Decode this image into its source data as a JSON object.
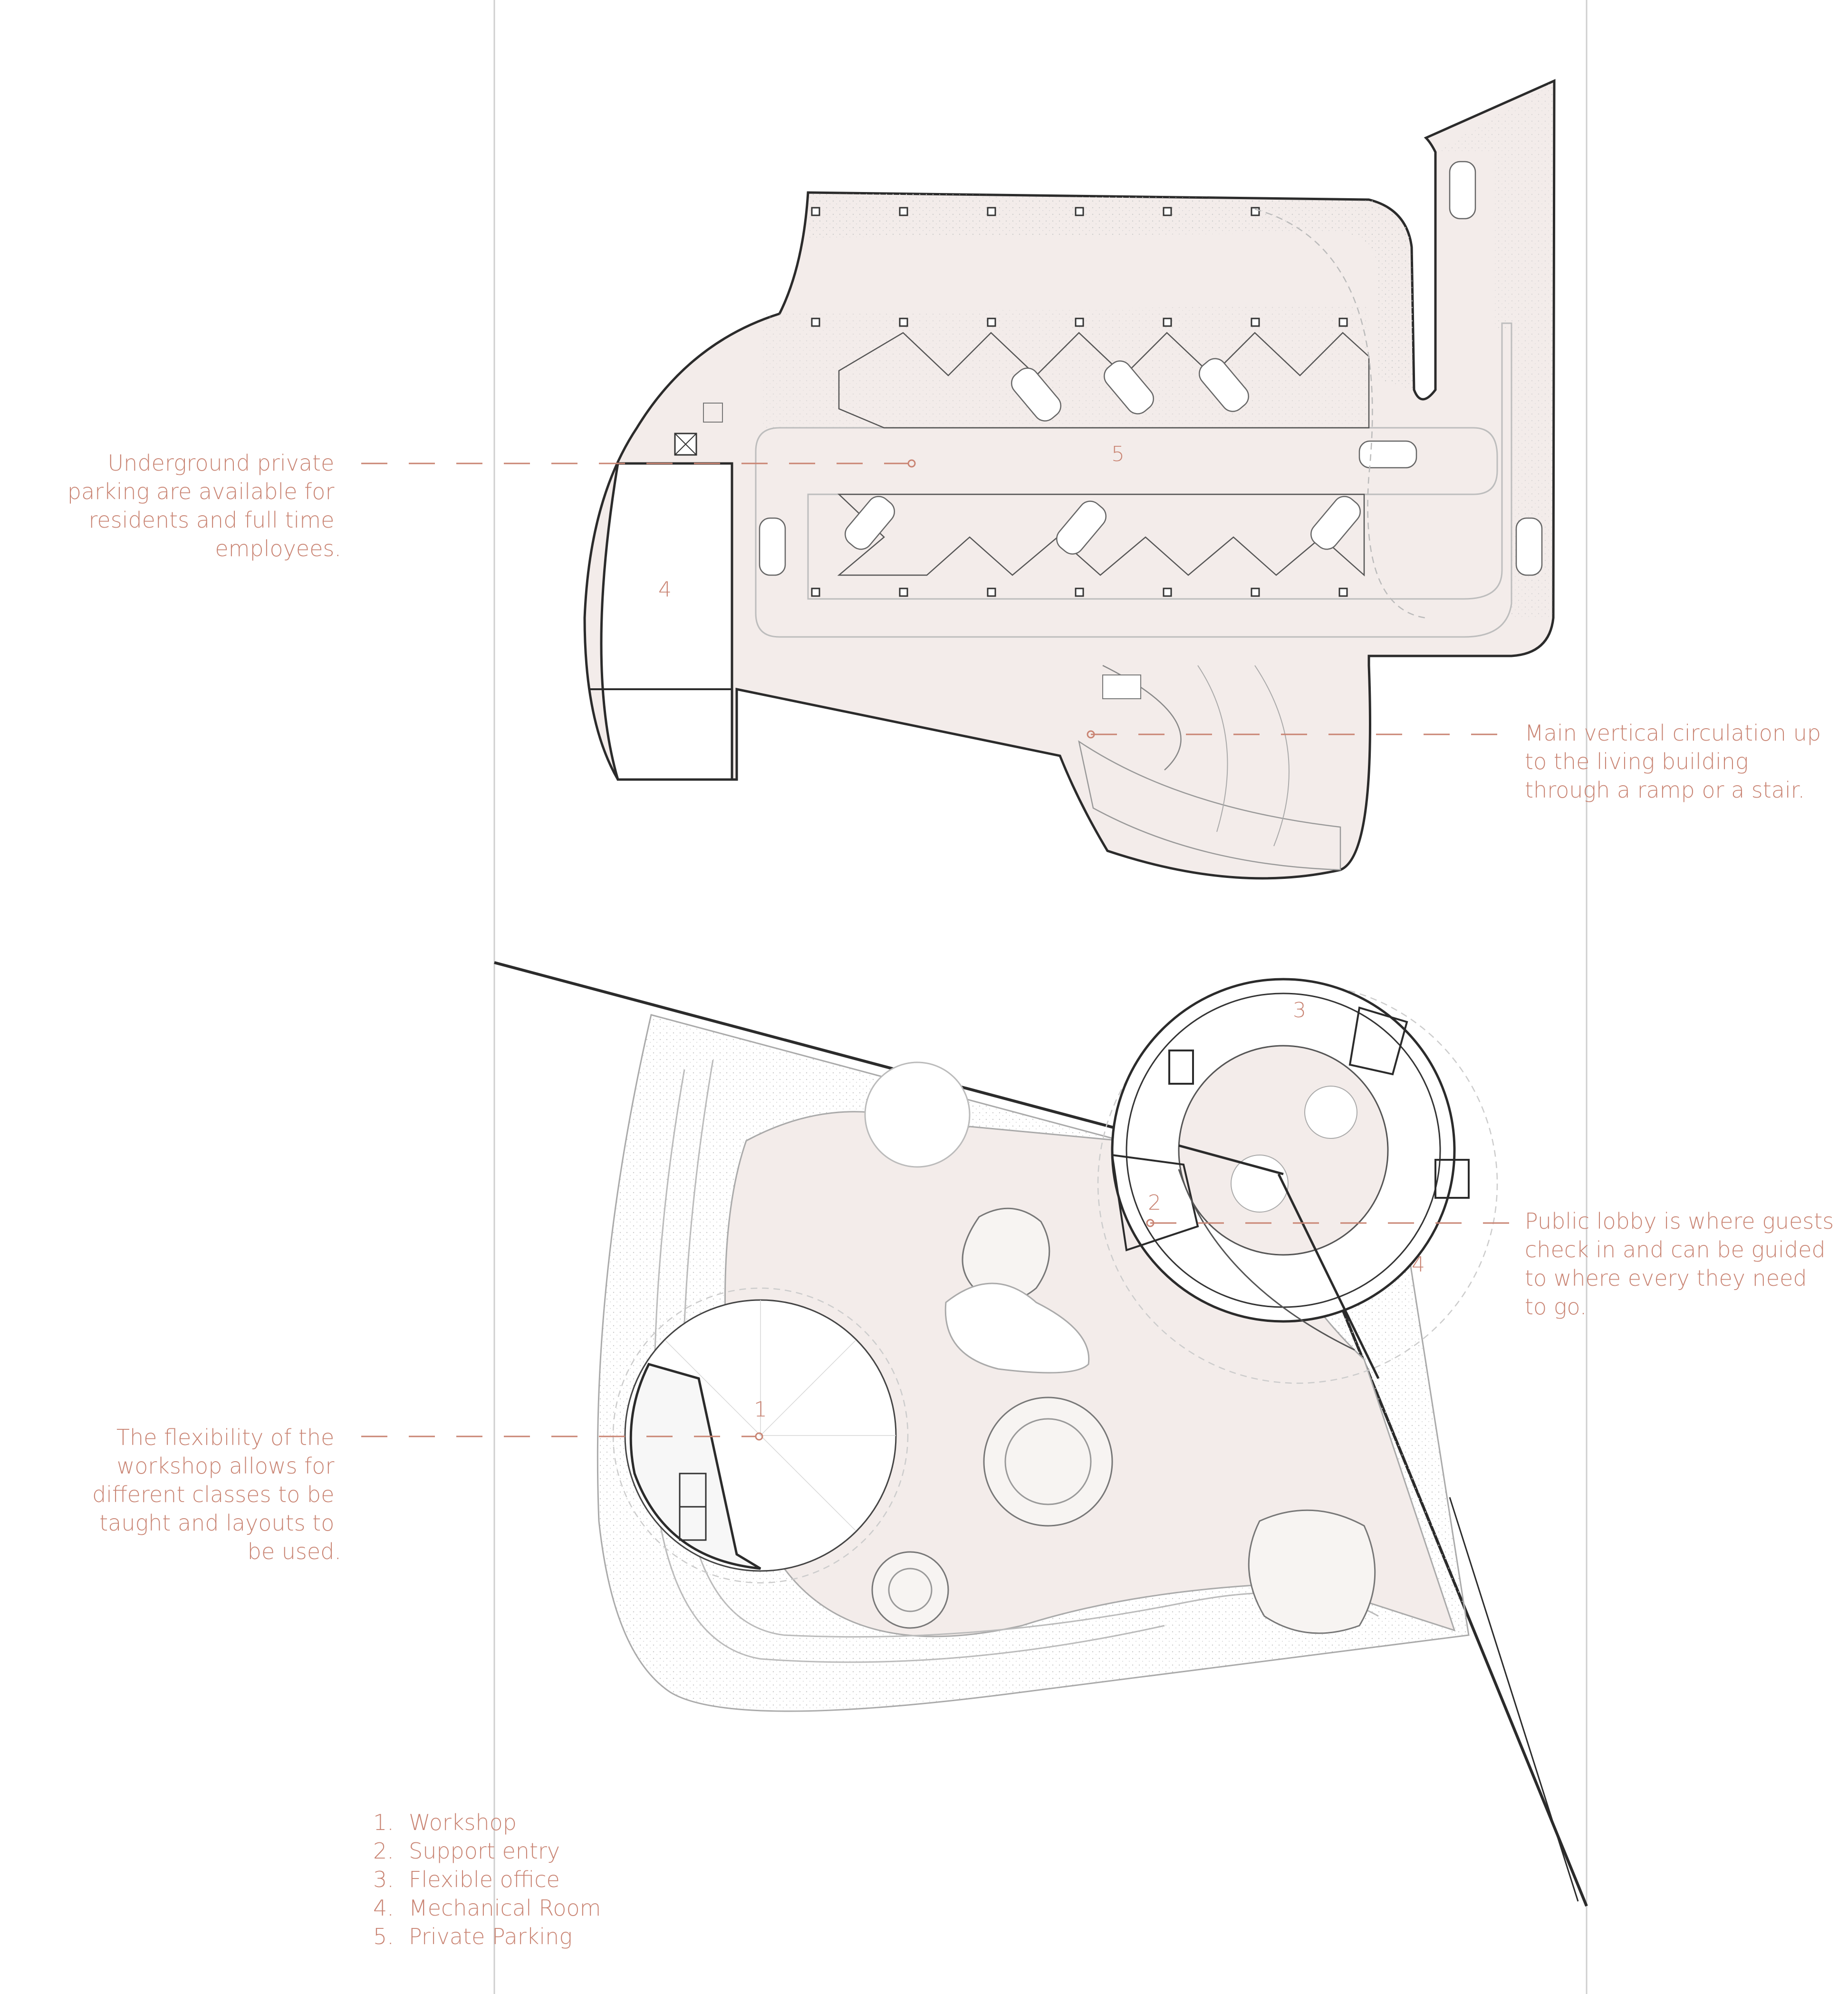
{
  "annotations": {
    "parking": [
      "Underground private",
      "parking are available for",
      "residents and full time",
      "employees."
    ],
    "circulation": [
      "Main vertical circulation up",
      "to the living building",
      "through a ramp or a stair."
    ],
    "lobby": [
      "Public lobby is where guests",
      "check in and can be guided",
      "to where every they need",
      "to go."
    ],
    "workshop": [
      "The flexibility of the",
      "workshop allows for",
      "different classes to be",
      "taught and layouts to",
      "be used."
    ]
  },
  "room_numbers": {
    "workshop": "1",
    "support_entry": "2",
    "flexible_office": "3",
    "mechanical_room_upper": "4",
    "mechanical_room_lower": "4",
    "private_parking": "5"
  },
  "legend": [
    {
      "num": "1.",
      "label": "Workshop"
    },
    {
      "num": "2.",
      "label": "Support entry"
    },
    {
      "num": "3.",
      "label": "Flexible office"
    },
    {
      "num": "4.",
      "label": "Mechanical Room"
    },
    {
      "num": "5.",
      "label": "Private Parking"
    }
  ],
  "colors": {
    "accent": "#c98473",
    "fill": "#f3ecea",
    "line": "#2b2b2b",
    "guide": "#bdbdbd"
  }
}
